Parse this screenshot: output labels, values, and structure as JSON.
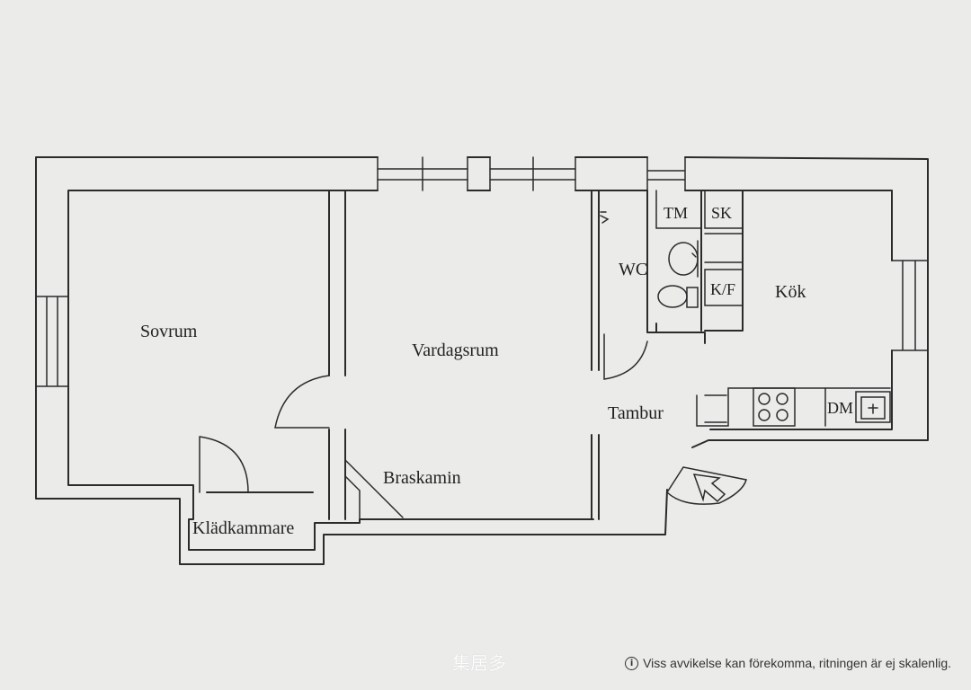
{
  "rooms": {
    "sovrum": "Sovrum",
    "vardagsrum": "Vardagsrum",
    "wc": "WC",
    "kok": "Kök",
    "tambur": "Tambur",
    "braskamin": "Braskamin",
    "kladkammare": "Klädkammare"
  },
  "fixtures": {
    "tm": "TM",
    "sk": "SK",
    "kf": "K/F",
    "dm": "DM"
  },
  "footer": {
    "disclaimer": "Viss avvikelse kan förekomma, ritningen är ej skalenlig.",
    "info_icon": "i",
    "watermark": "集居多"
  }
}
